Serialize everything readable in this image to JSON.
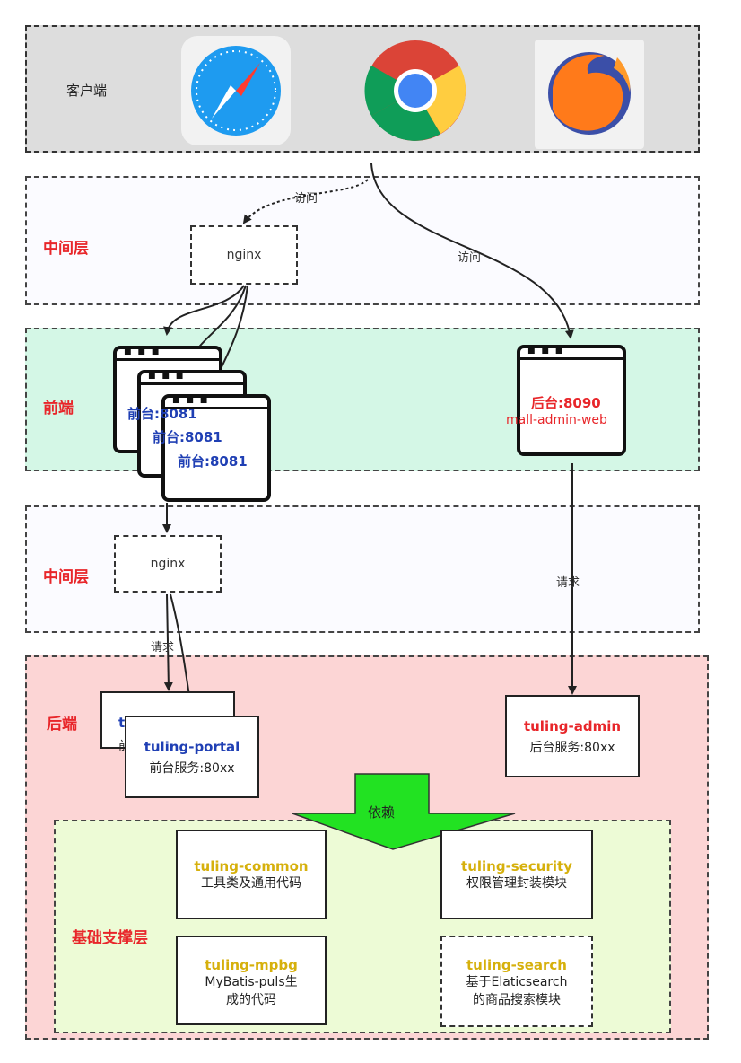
{
  "layers": {
    "client": "客户端",
    "middle_top": "中间层",
    "frontend": "前端",
    "middle_bottom": "中间层",
    "backend": "后端",
    "base": "基础支撑层"
  },
  "browsers": [
    {
      "name": "safari-icon"
    },
    {
      "name": "chrome-icon"
    },
    {
      "name": "firefox-icon"
    }
  ],
  "nginx_top": "nginx",
  "nginx_bottom": "nginx",
  "edges": {
    "visit_left": "访问",
    "visit_right": "访问",
    "request_left": "请求",
    "request_right": "请求",
    "depend": "依赖"
  },
  "frontend": {
    "portal_windows": [
      "前台:8081",
      "前台:8081",
      "前台:8081"
    ],
    "admin_title": "后台:8090",
    "admin_subtitle": "mall-admin-web"
  },
  "backend": {
    "portal_back_partial_title": "tu",
    "portal_back_partial_desc": "前",
    "portal_title": "tuling-portal",
    "portal_desc": "前台服务:80xx",
    "admin_title": "tuling-admin",
    "admin_desc": "后台服务:80xx"
  },
  "base": {
    "common_title": "tuling-common",
    "common_desc": "工具类及通用代码",
    "security_title": "tuling-security",
    "security_desc": "权限管理封装模块",
    "mpbg_title": "tuling-mpbg",
    "mpbg_desc_1": "MyBatis-puls生",
    "mpbg_desc_2": "成的代码",
    "search_title": "tuling-search",
    "search_desc_1": "基于Elaticsearch",
    "search_desc_2": "的商品搜索模块"
  },
  "colors": {
    "label_red": "#e8262a",
    "portal_blue": "#1f3fb4",
    "admin_red": "#e8262a",
    "dep_gold": "#d6b00c",
    "arrow_green": "#22e222"
  }
}
